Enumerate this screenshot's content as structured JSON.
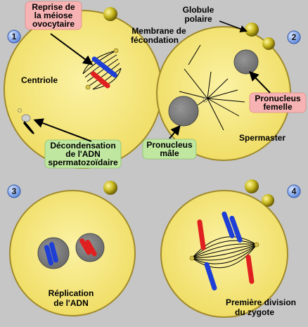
{
  "panels": [
    {
      "number": "1",
      "labels": {
        "reprise": [
          "Reprise de",
          "la méiose",
          "ovocytaire"
        ],
        "centriole": "Centriole",
        "decondensation": [
          "Décondensation",
          "de l'ADN",
          "spermatozoïdaire"
        ]
      }
    },
    {
      "number": "2",
      "labels": {
        "globule": [
          "Globule",
          "polaire"
        ],
        "membrane": [
          "Membrane de",
          "fécondation"
        ],
        "pronucleus_femelle": [
          "Pronucleus",
          "femelle"
        ],
        "pronucleus_male": [
          "Pronucleus",
          "mâle"
        ],
        "spermaster": "Spermaster"
      }
    },
    {
      "number": "3",
      "labels": {
        "replication": [
          "Réplication",
          "de l'ADN"
        ]
      }
    },
    {
      "number": "4",
      "labels": {
        "division": [
          "Première division",
          "du zygote"
        ]
      }
    }
  ],
  "colors": {
    "background": "#c6c6c6",
    "cell_fill": "#f6e676",
    "cell_stroke": "#a08a2a",
    "chromosome_red": "#e02020",
    "chromosome_blue": "#1e3fd6",
    "label_pink": "#f7b3b3",
    "label_green": "#bfe7a0",
    "badge": "#7fa3e8"
  }
}
